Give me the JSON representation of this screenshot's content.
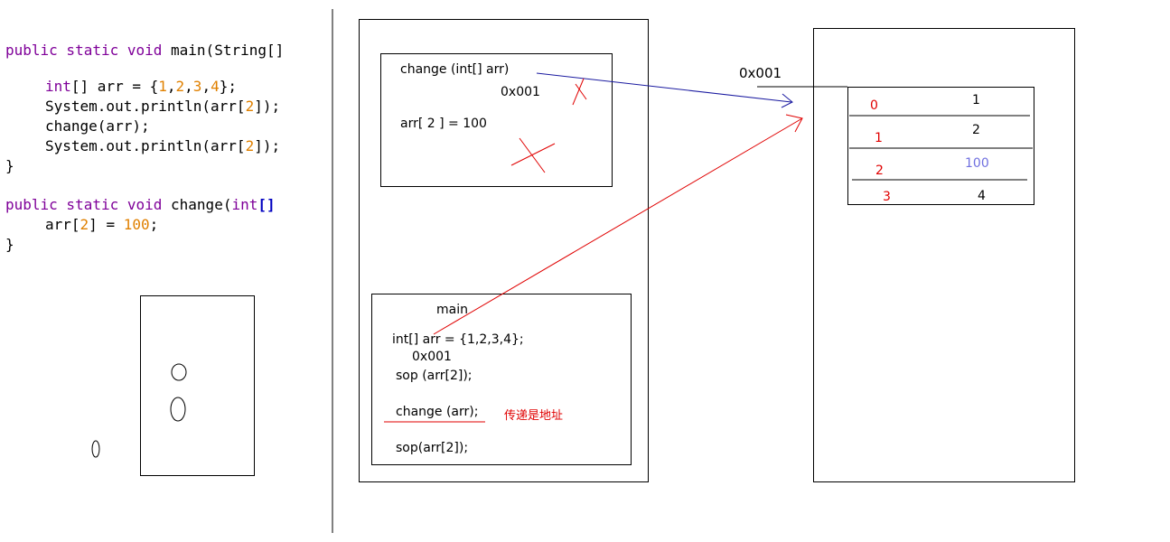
{
  "code": {
    "main_sig": {
      "kw": "public static void",
      "rest": " main(String[]"
    },
    "main_l1": {
      "kw": "int",
      "rest": "[] arr = {",
      "n1": "1",
      "n2": "2",
      "n3": "3",
      "n4": "4",
      "tail": "};"
    },
    "main_l2": {
      "pre": "System.out.println(arr[",
      "n": "2",
      "post": "]);"
    },
    "main_l3": "change(arr);",
    "main_l4": {
      "pre": "System.out.println(arr[",
      "n": "2",
      "post": "]);"
    },
    "close1": "}",
    "change_sig": {
      "kw": "public static void",
      "rest": " change(",
      "kw2": "int",
      "tail": "[]"
    },
    "change_l1": {
      "pre": "arr[",
      "n": "2",
      "mid": "] = ",
      "n2": "100",
      "post": ";"
    },
    "close2": "}"
  },
  "stack": {
    "change_frame": {
      "signature": "change (int[]   arr)",
      "address": "0x001",
      "assignment": "arr[ 2 ] = 100"
    },
    "main_frame": {
      "title": "main",
      "line1": "int[] arr = {1,2,3,4};",
      "address": "0x001",
      "line2": "sop (arr[2]);",
      "line3": "change (arr);",
      "note": "传递是地址",
      "line4": "sop(arr[2]);"
    }
  },
  "heap": {
    "address": "0x001",
    "rows": [
      {
        "index": "0",
        "value": "1"
      },
      {
        "index": "1",
        "value": "2"
      },
      {
        "index": "2",
        "value": "100"
      },
      {
        "index": "3",
        "value": "4"
      }
    ]
  },
  "colors": {
    "red": "#e00000",
    "blue_arrow": "#1a1aa0",
    "updated_value": "#7070e0"
  }
}
